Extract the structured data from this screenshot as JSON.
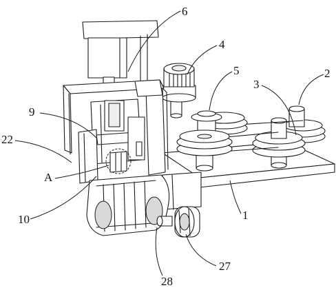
{
  "figure": {
    "callouts": [
      {
        "id": "c6",
        "text": "6"
      },
      {
        "id": "c4",
        "text": "4"
      },
      {
        "id": "c5",
        "text": "5"
      },
      {
        "id": "c2",
        "text": "2"
      },
      {
        "id": "c3",
        "text": "3"
      },
      {
        "id": "c9",
        "text": "9"
      },
      {
        "id": "c22",
        "text": "22"
      },
      {
        "id": "cA",
        "text": "A"
      },
      {
        "id": "c1",
        "text": "1"
      },
      {
        "id": "c10",
        "text": "10"
      },
      {
        "id": "c27",
        "text": "27"
      },
      {
        "id": "c28",
        "text": "28"
      }
    ]
  }
}
